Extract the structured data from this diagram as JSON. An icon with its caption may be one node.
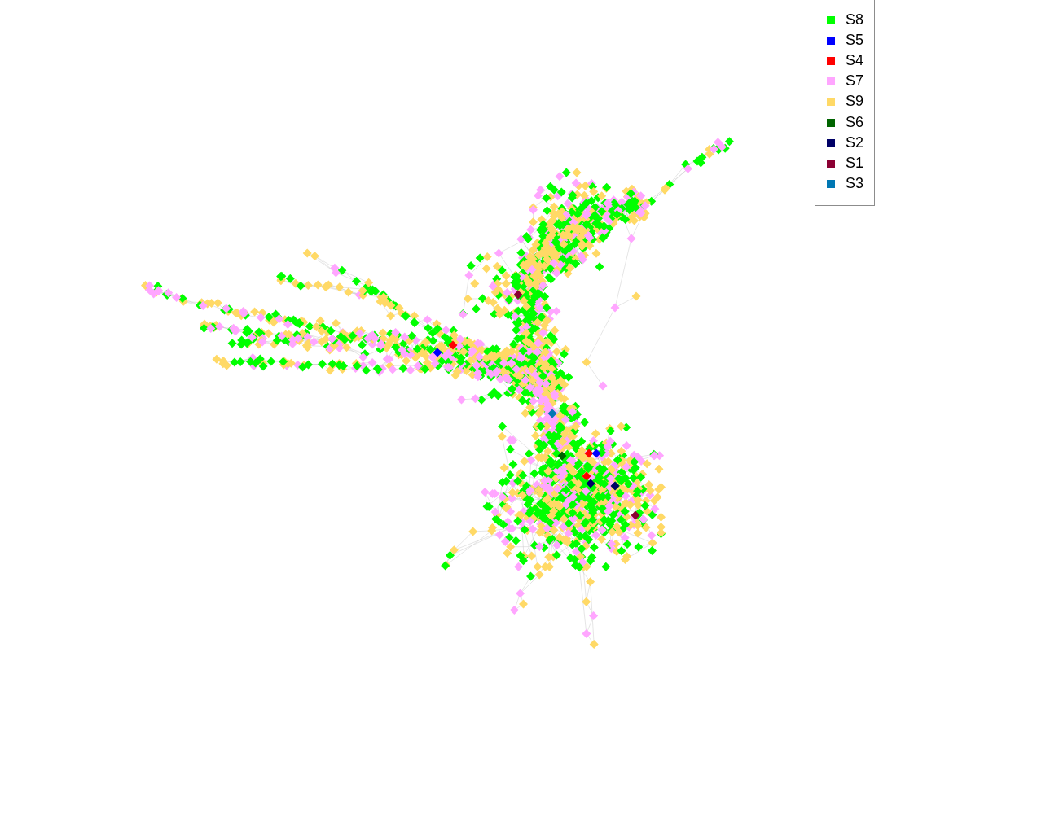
{
  "diagram": {
    "legend": [
      {
        "text": "S8",
        "color": "#00ff00"
      },
      {
        "text": "S5",
        "color": "#0000ff"
      },
      {
        "text": "S4",
        "color": "#ff0000"
      },
      {
        "text": "S7",
        "color": "#ffa6ff"
      },
      {
        "text": "S9",
        "color": "#ffd966"
      },
      {
        "text": "S6",
        "color": "#006400"
      },
      {
        "text": "S2",
        "color": "#000066"
      },
      {
        "text": "S1",
        "color": "#8b0033"
      },
      {
        "text": "S3",
        "color": "#0077b3"
      }
    ]
  }
}
